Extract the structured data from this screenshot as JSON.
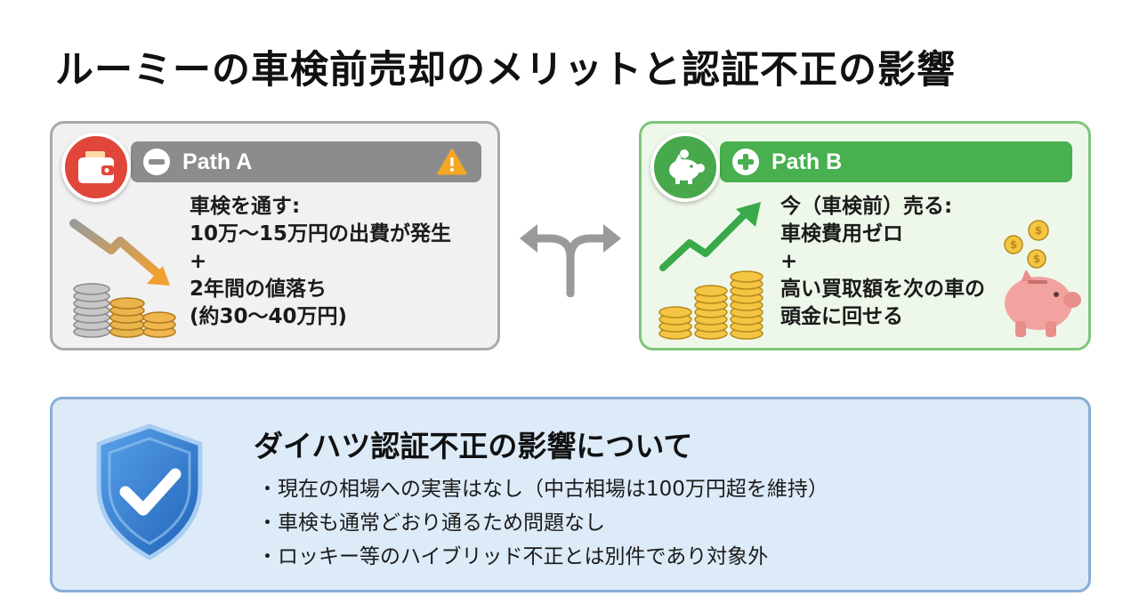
{
  "title": "ルーミーの車検前売却のメリットと認証不正の影響",
  "path_a": {
    "label": "Path A",
    "lines": [
      "車検を通す:",
      "10万〜15万円の出費が発生",
      "+",
      "2年間の値落ち",
      "(約30〜40万円)"
    ]
  },
  "path_b": {
    "label": "Path B",
    "lines": [
      "今（車検前）売る:",
      "車検費用ゼロ",
      "+",
      "高い買取額を次の車の",
      "頭金に回せる"
    ]
  },
  "impact": {
    "title": "ダイハツ認証不正の影響について",
    "items": [
      "現在の相場への実害はなし（中古相場は100万円超を維持）",
      "車検も通常どおり通るため問題なし",
      "ロッキー等のハイブリッド不正とは別件であり対象外"
    ]
  },
  "icons": {
    "path_a_badge": "wallet-icon",
    "path_a_sign": "minus-icon",
    "path_a_alert": "warning-icon",
    "path_b_badge": "piggy-bank-icon",
    "path_b_sign": "plus-icon",
    "split": "fork-arrow-icon",
    "impact": "shield-check-icon"
  },
  "colors": {
    "path_a_bar": "#8c8c8c",
    "path_a_badge": "#e0463a",
    "path_b_bar": "#48b04f",
    "path_b_border": "#7cc67a",
    "impact_bg": "#ddeaf8",
    "shield": "#2f7fd6"
  }
}
